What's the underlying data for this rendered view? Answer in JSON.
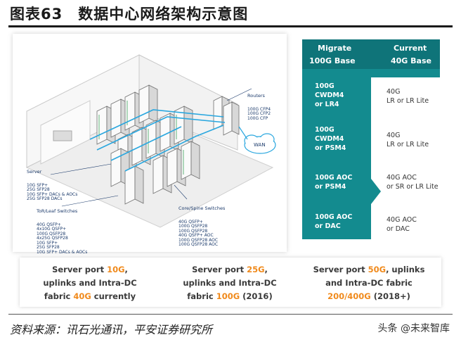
{
  "title": "图表63　数据中心网络架构示意图",
  "diagram": {
    "server_label": "Server",
    "server_lines": "10G SFP+\n25G SFP28\n10G SFP+ DACs & AOCs\n25G SFP28 DACs",
    "tor_label": "ToR/Leaf Switches",
    "tor_lines": "40G QSFP+\n4x10G QSFP+\n100G QSFP28\n4x25G QSFP28\n10G SFP+\n25G SFP28\n10G SFP+ DACs & AOCs",
    "core_label": "Core/Spine Switches",
    "core_lines": "40G QSFP+\n100G QSFP28\n100G QSFP28\n40G QSFP+ AOC\n100G QSFP28 AOC\n100G QSFP28 AOC",
    "routers_label": "Routers",
    "routers_lines": "100G CFP4\n100G CFP2\n100G CFP",
    "wan_label": "WAN"
  },
  "comparison": {
    "migrate_header": "Migrate",
    "current_header": "Current",
    "migrate_base": "100G Base",
    "current_base": "40G Base",
    "rows": [
      {
        "migrate": "100G\nCWDM4\nor LR4",
        "current": "40G\nLR or LR Lite"
      },
      {
        "migrate": "100G\nCWDM4\nor PSM4",
        "current": "40G\nLR or LR Lite"
      },
      {
        "migrate": "100G AOC\nor PSM4",
        "current": "40G AOC\nor SR or LR Lite"
      },
      {
        "migrate": "100G AOC\nor DAC",
        "current": "40G AOC\nor DAC"
      }
    ]
  },
  "strip": {
    "col1": {
      "a": "Server port ",
      "b": "10G",
      "c": ",",
      "d": "uplinks and Intra-DC",
      "e": "fabric ",
      "f": "40G",
      "g": " currently"
    },
    "col2": {
      "a": "Server port ",
      "b": "25G",
      "c": ",",
      "d": "uplinks and Intra-DC",
      "e": "fabric ",
      "f": "100G",
      "g": " (2016)"
    },
    "col3": {
      "a": "Server port ",
      "b": "50G",
      "c": ", uplinks",
      "d": "and Intra-DC fabric",
      "f": "200/400G",
      "g": " (2018+)"
    }
  },
  "source": "资料来源：讯石光通讯，平安证券研究所",
  "watermark": "头条 @未来智库",
  "colors": {
    "teal": "#138b8f",
    "teal_dark": "#0f7479",
    "orange": "#f08a1c",
    "cable_blue": "#2aa7df"
  }
}
